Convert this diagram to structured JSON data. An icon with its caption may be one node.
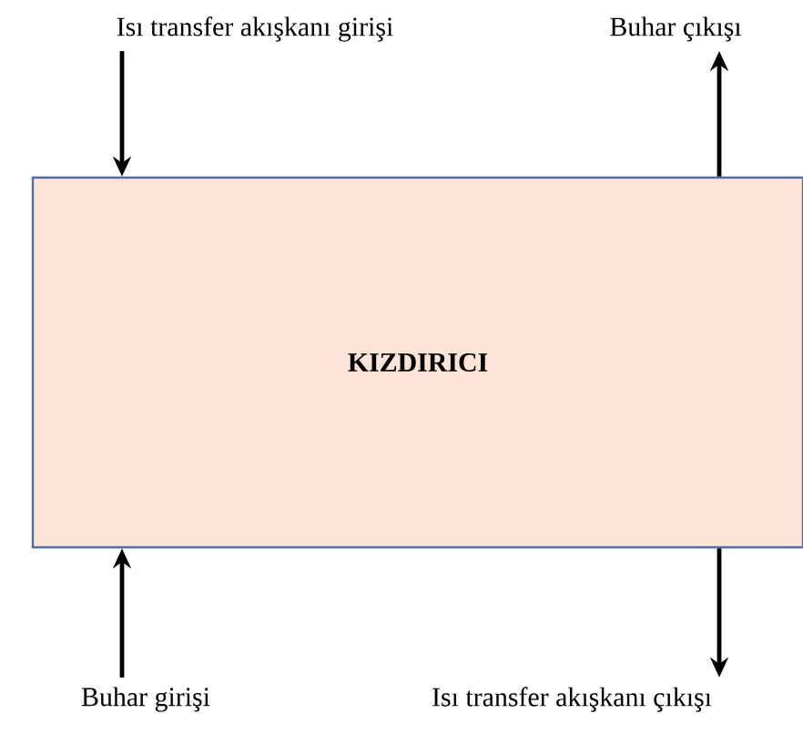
{
  "diagram": {
    "nodes": [
      {
        "text": [
          "Isı transfer akışkanı girişi"
        ]
      },
      {
        "text": [
          "Buhar çıkışı"
        ]
      },
      {
        "text": [
          "KIZDIRICI"
        ]
      },
      {
        "text": [
          "Buhar girişi"
        ]
      },
      {
        "text": [
          "Isı transfer akışkanı çıkışı"
        ]
      }
    ],
    "edges": [
      {
        "from": 0,
        "to": 2,
        "arrow": "to"
      },
      {
        "from": 2,
        "to": 1,
        "arrow": "to"
      },
      {
        "from": 3,
        "to": 2,
        "arrow": "to"
      },
      {
        "from": 2,
        "to": 4,
        "arrow": "to"
      }
    ]
  }
}
